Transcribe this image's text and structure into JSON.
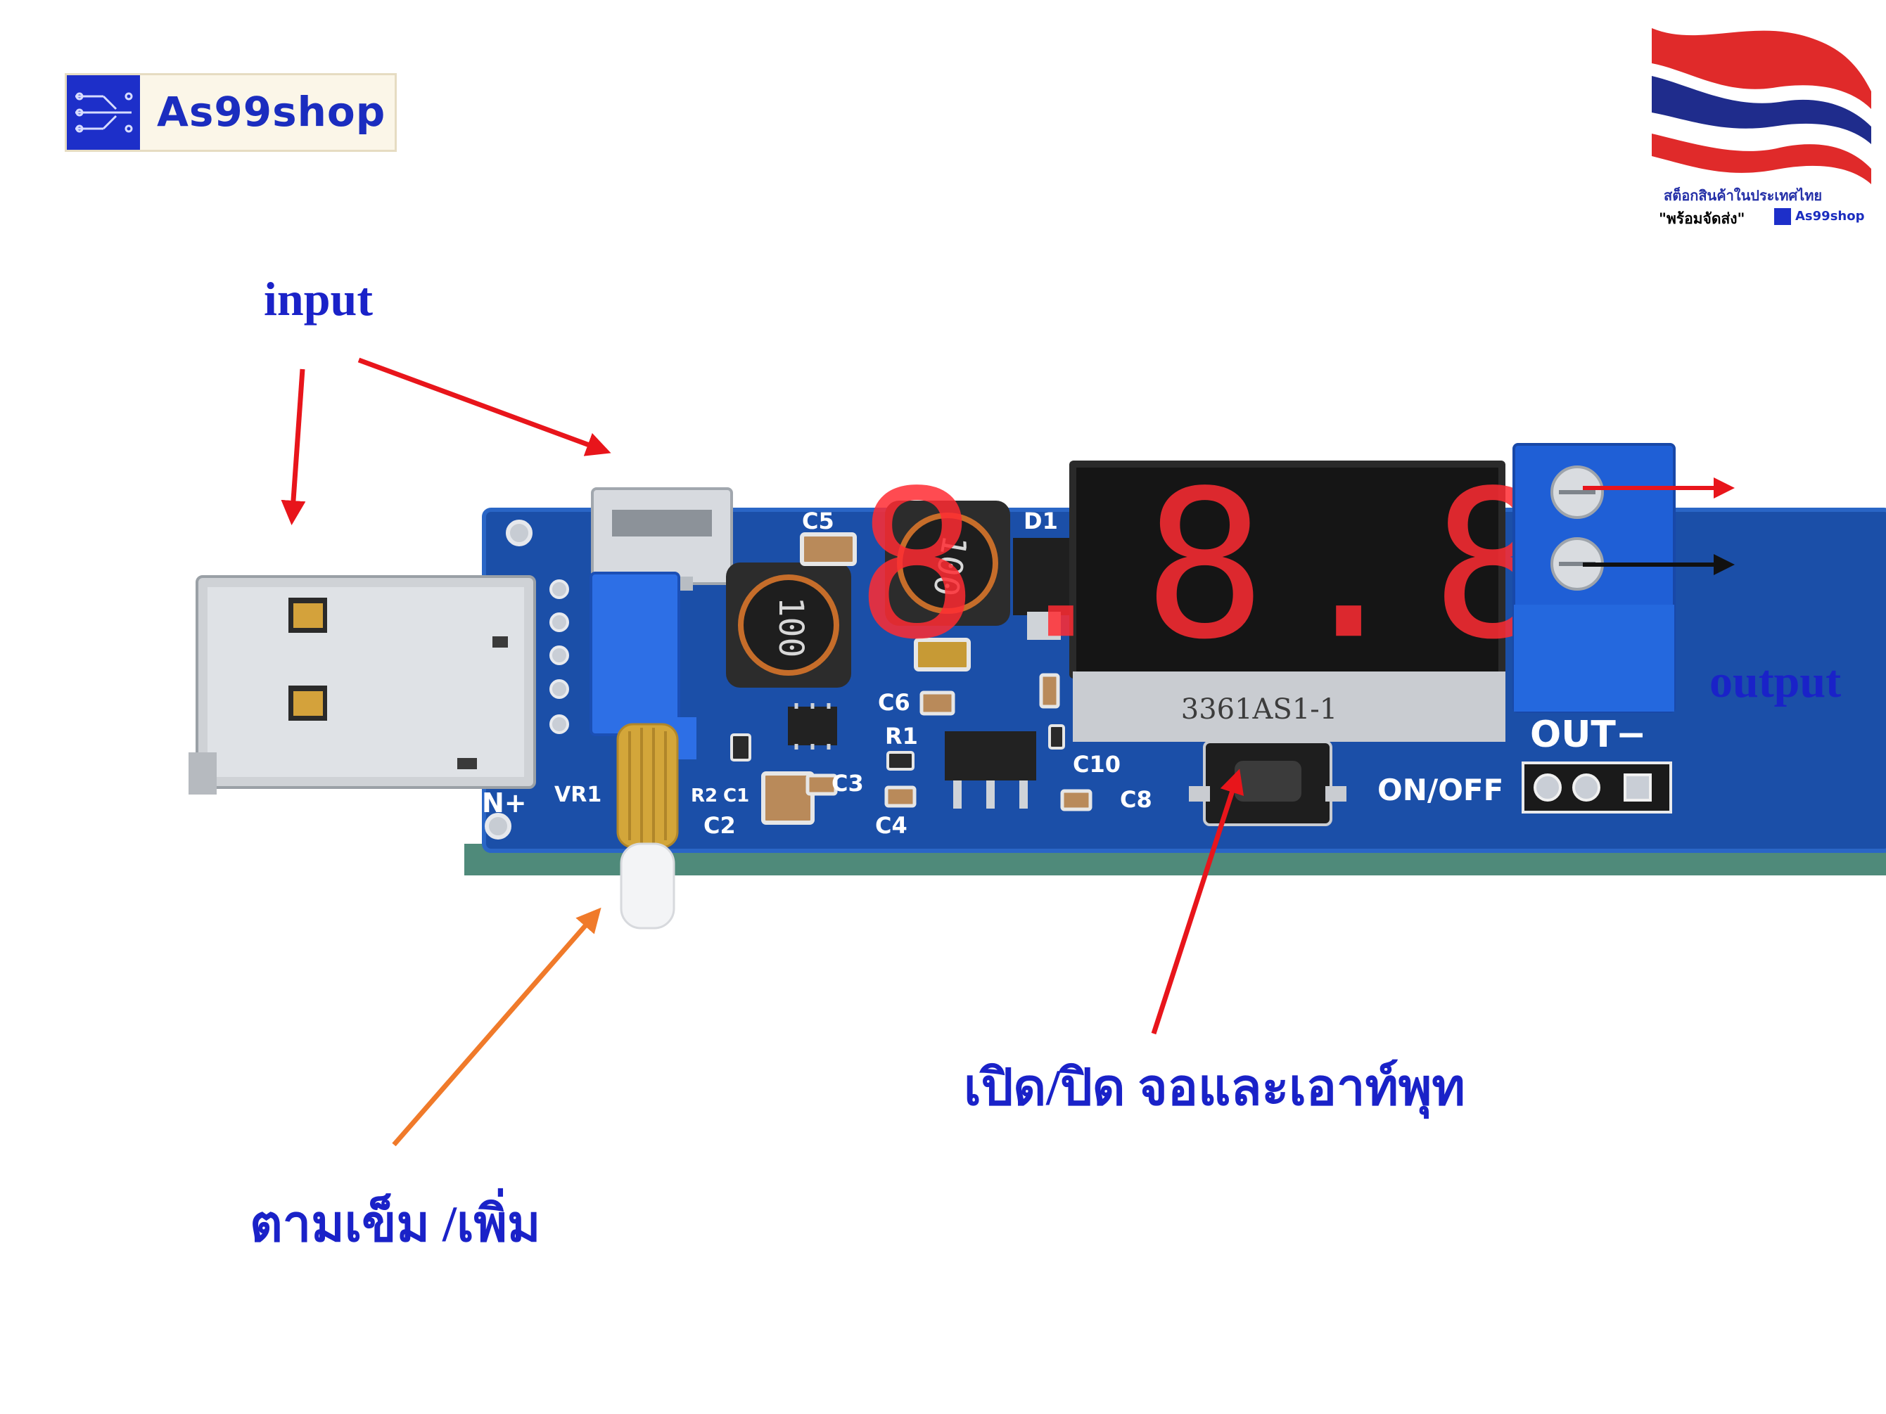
{
  "brand": {
    "name": "As99shop"
  },
  "stock_badge": {
    "line1": "สต็อกสินค้าในประเทศไทย",
    "line2": "\"พร้อมจัดส่ง\"",
    "brand": "As99shop"
  },
  "annotations": {
    "input": "input",
    "output": "output",
    "on_off": "เปิด/ปิด  จอและเอาท์พุท",
    "adjust": "ตามเข็ม /เพิ่ม"
  },
  "board": {
    "display_readout": "8.8.8.",
    "display_part_no": "3361AS1-1",
    "silkscreen": {
      "on_off": "ON/OFF",
      "out_minus": "OUT−",
      "n_plus": "N+",
      "vr1": "VR1",
      "c1": "C1",
      "c2": "C2",
      "c3": "C3",
      "c4": "C4",
      "c5": "C5",
      "c6": "C6",
      "c8": "C8",
      "c10": "C10",
      "r1": "R1",
      "r2": "R2",
      "d1": "D1",
      "inductor_1": "100",
      "inductor_2": "100"
    }
  },
  "colors": {
    "arrow_red": "#e8151b",
    "arrow_orange": "#f07a2a",
    "pcb_blue": "#1b4fa8",
    "terminal_blue": "#1f5fd6",
    "label_blue": "#1a22c8",
    "segment_red": "#ff2b33"
  }
}
